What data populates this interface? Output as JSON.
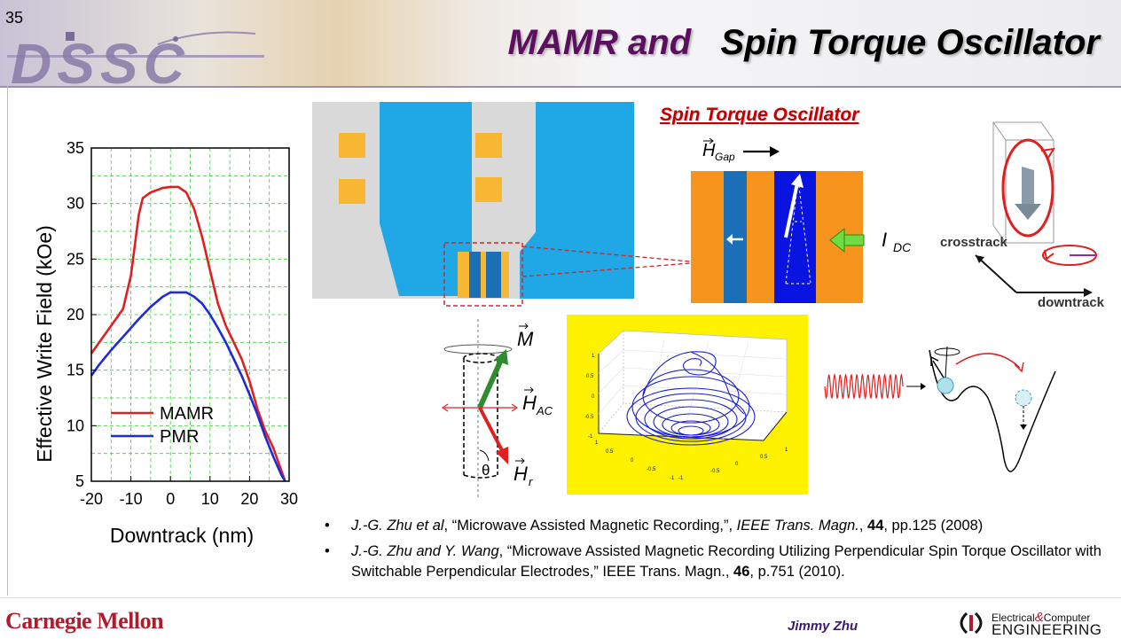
{
  "slide_number": "35",
  "logo_text": "DSSC",
  "title": {
    "part1": "MAMR and",
    "part2": "Spin Torque Oscillator"
  },
  "chart_data": {
    "type": "line",
    "xlabel": "Downtrack (nm)",
    "ylabel": "Effective Write Field (kOe)",
    "xlim": [
      -20,
      30
    ],
    "ylim": [
      5,
      35
    ],
    "xticks": [
      "-20",
      "-10",
      "0",
      "10",
      "20",
      "30"
    ],
    "yticks": [
      "5",
      "10",
      "15",
      "20",
      "25",
      "30",
      "35"
    ],
    "grid": true,
    "legend_position": "lower-left",
    "series": [
      {
        "name": "MAMR",
        "color": "#e02020",
        "x": [
          -20,
          -18,
          -15,
          -12,
          -10,
          -8,
          -7,
          -5,
          -2,
          0,
          2,
          4,
          6,
          8,
          10,
          12,
          14,
          16,
          18,
          20,
          22,
          24,
          26,
          28,
          29
        ],
        "y": [
          16.5,
          17.5,
          19,
          20.5,
          23.5,
          29,
          30.5,
          31,
          31.4,
          31.5,
          31.5,
          31,
          29.5,
          27,
          24,
          21,
          19,
          17.5,
          16,
          14,
          11.5,
          9.5,
          8,
          6,
          5
        ]
      },
      {
        "name": "PMR",
        "color": "#1f2ad8",
        "x": [
          -20,
          -18,
          -15,
          -12,
          -10,
          -8,
          -5,
          -2,
          0,
          2,
          4,
          6,
          8,
          10,
          12,
          14,
          16,
          18,
          20,
          22,
          24,
          26,
          28,
          29
        ],
        "y": [
          14.5,
          15.5,
          16.8,
          18,
          18.8,
          19.6,
          20.7,
          21.6,
          22,
          22,
          22,
          21.6,
          21,
          20,
          18.8,
          17.5,
          16,
          14.5,
          12.8,
          11,
          9,
          7.2,
          5.6,
          5
        ]
      }
    ]
  },
  "sto": {
    "title": "Spin Torque Oscillator",
    "h_gap_symbol": "H",
    "h_gap_sub": "Gap",
    "i_dc_symbol": "I",
    "i_dc_sub": "DC"
  },
  "orientation": {
    "crosstrack": "crosstrack",
    "downtrack": "downtrack"
  },
  "vector_diagram": {
    "m": "M",
    "h_ac": "H",
    "h_ac_sub": "AC",
    "h_r": "H",
    "h_r_sub": "r",
    "theta": "θ"
  },
  "plot3d": {
    "z_ticks": [
      "1",
      "0.5",
      "0",
      "-0.5",
      "-1"
    ],
    "front_ticks": [
      "1",
      "0.5",
      "0",
      "-0.5",
      "-1"
    ],
    "right_ticks": [
      "-1",
      "-0.5",
      "0",
      "0.5",
      "1"
    ]
  },
  "references": [
    {
      "authors": "J.-G. Zhu et al",
      "title": ", “Microwave Assisted Magnetic Recording,”, ",
      "journal": "IEEE Trans. Magn.",
      "sep": ", ",
      "volume": "44",
      "rest": ", pp.125 (2008)"
    },
    {
      "authors": "J.-G. Zhu  and Y. Wang",
      "title": ", “Microwave Assisted Magnetic Recording Utilizing Perpendicular Spin Torque Oscillator with Switchable Perpendicular Electrodes,” IEEE Trans. Magn., ",
      "volume": "46",
      "rest": ", p.751 (2010)."
    }
  ],
  "footer": {
    "institution": "Carnegie Mellon",
    "author": "Jimmy Zhu",
    "dept_line1": "Electrical",
    "dept_amp": "&",
    "dept_line1b": "Computer",
    "dept_line2": "ENGINEERING"
  },
  "colors": {
    "title_purple": "#5b0f5e",
    "sto_red": "#c00000",
    "cmu_red": "#b01c2e",
    "pole_blue": "#1fa7e6",
    "layer_orange": "#f7941d",
    "layer_darkblue": "#1b6fb6",
    "layer_royal": "#0a14e0",
    "plot_bg": "#fff200"
  }
}
